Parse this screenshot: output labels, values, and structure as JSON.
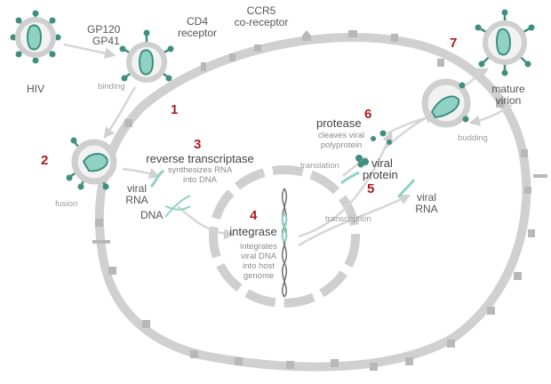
{
  "labels": {
    "hiv": "HIV",
    "gp120": "GP120",
    "gp41": "GP41",
    "cd4": "CD4",
    "receptor": "receptor",
    "ccr5": "CCR5",
    "coreceptor": "co-receptor",
    "mature": "mature",
    "virion": "virion",
    "binding": "binding",
    "fusion": "fusion",
    "budding": "budding",
    "viral_rna_1a": "viral",
    "viral_rna_1b": "RNA",
    "dna": "DNA",
    "reverse_transcriptase": "reverse transcriptase",
    "rt_sub_1": "synthesizes RNA",
    "rt_sub_2": "into DNA",
    "integrase": "integrase",
    "int_sub_1": "integrates",
    "int_sub_2": "viral DNA",
    "int_sub_3": "into host",
    "int_sub_4": "genome",
    "protease": "protease",
    "pr_sub_1": "cleaves viral",
    "pr_sub_2": "polyprotein",
    "translation": "translation",
    "viral_protein_1": "viral",
    "viral_protein_2": "protein",
    "transcription": "transcription",
    "viral_rna_2a": "viral",
    "viral_rna_2b": "RNA"
  },
  "steps": [
    "1",
    "2",
    "3",
    "4",
    "5",
    "6",
    "7"
  ],
  "colors": {
    "membrane": "#d0d0d0",
    "teal": "#3f8f7f",
    "teal_light": "#8fd2c3",
    "number": "#b0191f",
    "arrow": "#d6d6d6"
  }
}
